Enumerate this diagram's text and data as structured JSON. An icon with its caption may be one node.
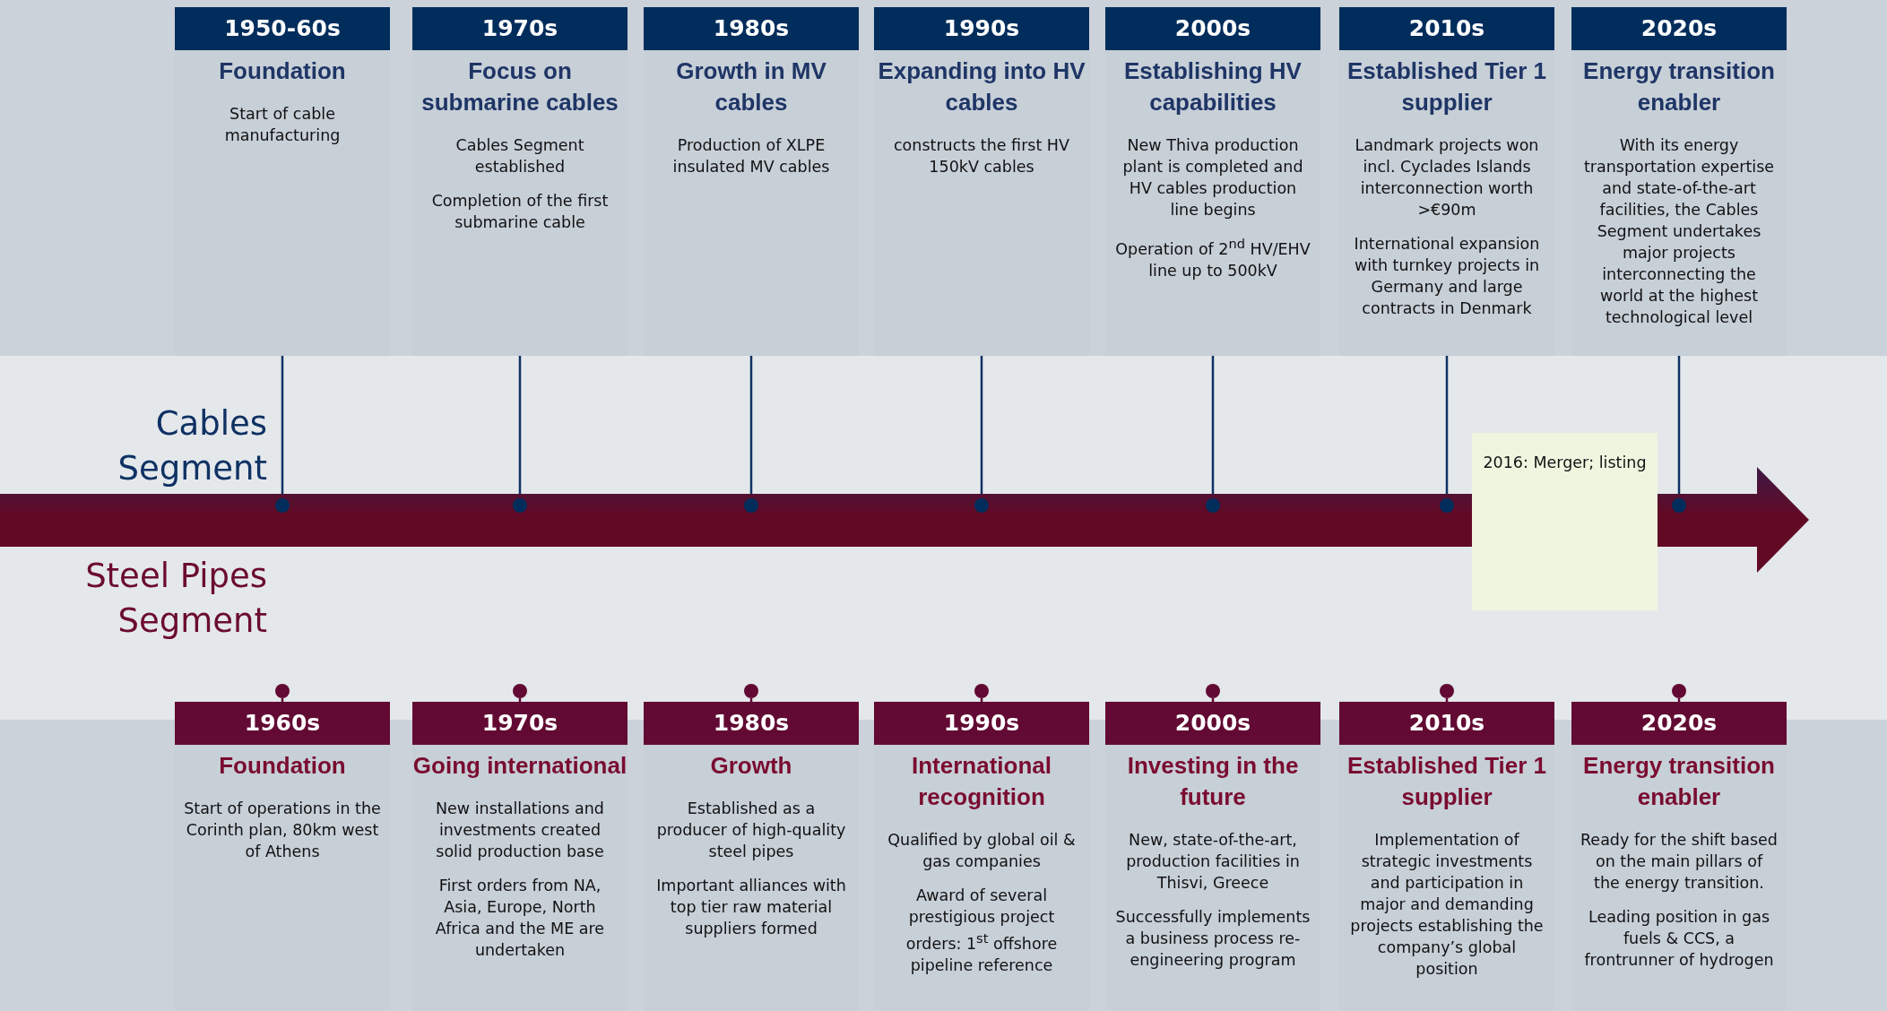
{
  "diagram": {
    "nodes": [
      {
        "text": [
          "1950-60s",
          "Foundation",
          "Start of cable manufacturing"
        ]
      },
      {
        "text": [
          "1970s",
          "Focus on submarine cables",
          "Cables Segment established",
          "Completion of the first submarine cable"
        ]
      },
      {
        "text": [
          "1980s",
          "Growth in MV cables",
          "Production of XLPE insulated MV cables"
        ]
      },
      {
        "text": [
          "1990s",
          "Expanding into HV cables",
          "constructs the first HV 150kV cables"
        ]
      },
      {
        "text": [
          "2000s",
          "Establishing HV capabilities",
          "New Thiva production plant is completed and HV cables production line begins",
          "Operation of 2$^{nd}$ HV/EHV line up to 500kV"
        ]
      },
      {
        "text": [
          "2010s",
          "Established Tier 1 supplier",
          "Landmark projects won incl. Cyclades Islands interconnection worth >€90m",
          "International expansion with turnkey projects in Germany and large contracts in Denmark"
        ]
      },
      {
        "text": [
          "2020s",
          "Energy transition enabler",
          "With its energy transportation expertise and state-of-the-art facilities, the Cables Segment undertakes major projects interconnecting the world at the highest technological level"
        ]
      },
      {
        "text": [],
        "shape": "circle"
      },
      {
        "text": [],
        "shape": "circle"
      },
      {
        "text": [],
        "shape": "circle"
      },
      {
        "text": [],
        "shape": "circle"
      },
      {
        "text": [],
        "shape": "circle"
      },
      {
        "text": [],
        "shape": "circle"
      },
      {
        "text": [],
        "shape": "circle"
      },
      {
        "text": [
          "2016: Merger; listing"
        ]
      },
      {
        "text": [],
        "shape": "circle"
      },
      {
        "text": [],
        "shape": "circle"
      },
      {
        "text": [],
        "shape": "circle"
      },
      {
        "text": [],
        "shape": "circle"
      },
      {
        "text": [],
        "shape": "circle"
      },
      {
        "text": [],
        "shape": "circle"
      },
      {
        "text": [],
        "shape": "circle"
      },
      {
        "text": [
          "1960s",
          "Foundation",
          "Start of operations in the Corinth plan, 80km west of Athens"
        ]
      },
      {
        "text": [
          "1970s",
          "Going international",
          "New installations and investments created solid production base",
          "First orders from NA, Asia, Europe, North Africa and the ME are undertaken"
        ]
      },
      {
        "text": [
          "1980s",
          "Growth",
          "Established as a producer of high-quality steel pipes",
          "Important alliances with top tier raw material suppliers formed"
        ]
      },
      {
        "text": [
          "1990s",
          "International recognition",
          "Qualified by global oil & gas companies",
          "Award of several prestigious project orders: 1$^{st}$ offshore pipeline reference"
        ]
      },
      {
        "text": [
          "2000s",
          "Investing in the future",
          "New, state-of-the-art, production facilities in Thisvi, Greece",
          "Successfully implements a business process re-engineering program"
        ]
      },
      {
        "text": [
          "2010s",
          "Established Tier 1 supplier",
          "Implementation of strategic investments and participation in major and demanding projects establishing the company’s global position"
        ]
      },
      {
        "text": [
          "2020s",
          "Energy transition enabler",
          "Ready for the shift based on the main pillars of the energy transition.",
          "Leading position in gas fuels & CCS, a frontrunner of hydrogen"
        ]
      }
    ],
    "edges": [
      {
        "from": 0,
        "to": 7,
        "arrow": "none"
      },
      {
        "from": 1,
        "to": 8,
        "arrow": "none"
      },
      {
        "from": 2,
        "to": 9,
        "arrow": "none"
      },
      {
        "from": 3,
        "to": 10,
        "arrow": "none"
      },
      {
        "from": 4,
        "to": 11,
        "arrow": "none"
      },
      {
        "from": 5,
        "to": 12,
        "arrow": "none"
      },
      {
        "from": 6,
        "to": 13,
        "arrow": "none"
      },
      {
        "from": 22,
        "to": 15,
        "arrow": "none",
        "color": "#620a33"
      },
      {
        "from": 23,
        "to": 16,
        "arrow": "none",
        "color": "#620a33"
      },
      {
        "from": 24,
        "to": 17,
        "arrow": "none",
        "color": "#620a33"
      },
      {
        "from": 25,
        "to": 18,
        "arrow": "none",
        "color": "#620a33"
      },
      {
        "from": 26,
        "to": 19,
        "arrow": "none",
        "color": "#620a33"
      },
      {
        "from": 27,
        "to": 20,
        "arrow": "none",
        "color": "#620a33"
      },
      {
        "from": 28,
        "to": 21,
        "arrow": "none",
        "color": "#620a33"
      }
    ],
    "labels": [
      "Cables Segment",
      "Steel Pipes Segment"
    ]
  }
}
